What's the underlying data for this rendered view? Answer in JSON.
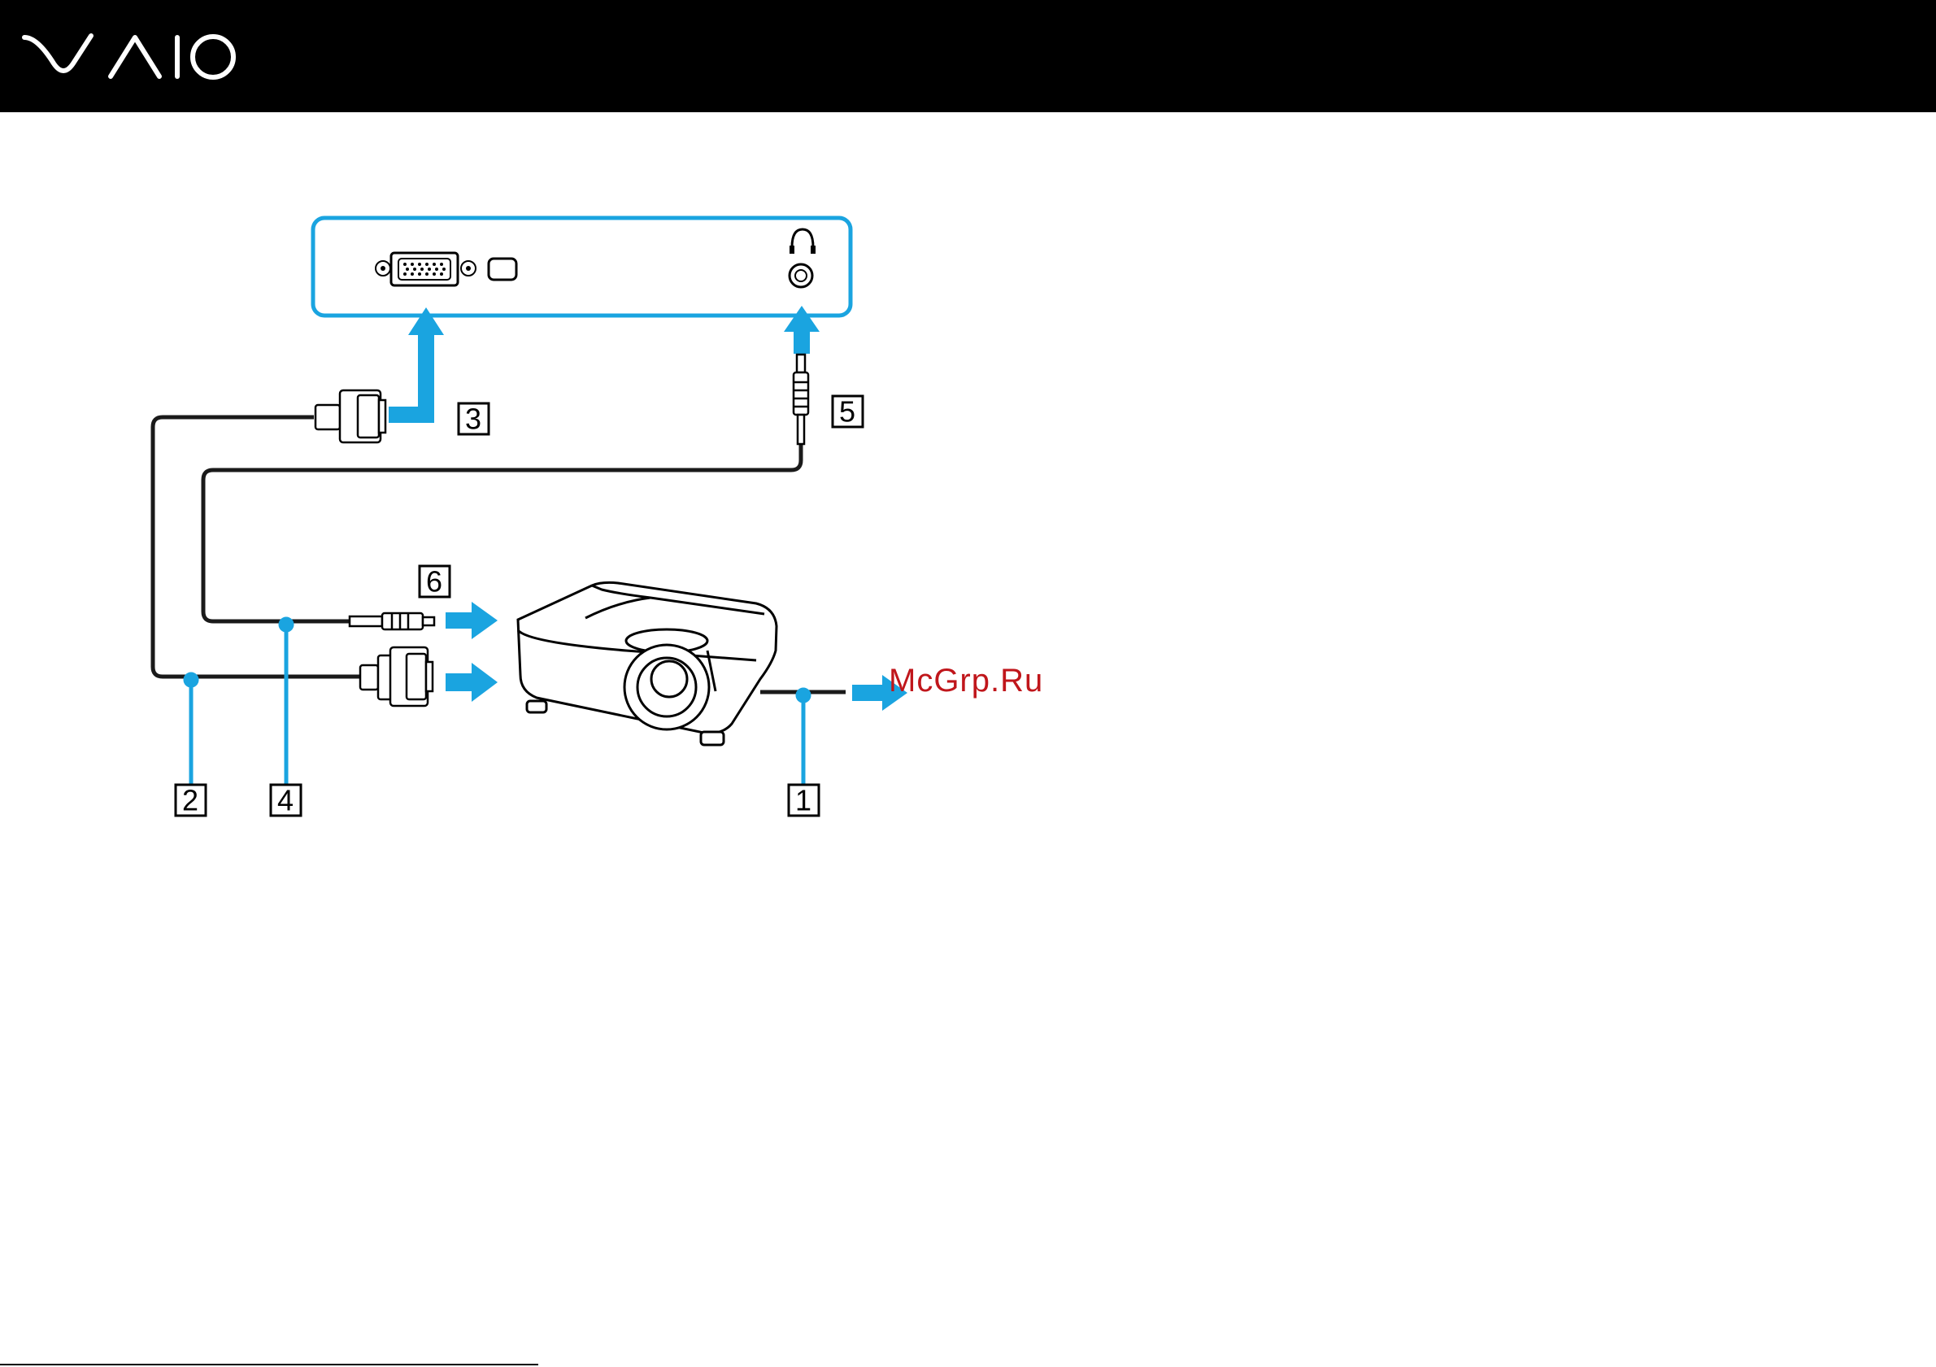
{
  "brand": {
    "logo_text": "VAIO",
    "header_bg": "#000000"
  },
  "colors": {
    "accent": "#1aa4e0",
    "panel_border": "#1aa4e0",
    "cable": "#1a1a1a"
  },
  "callouts": [
    "1",
    "2",
    "3",
    "4",
    "5",
    "6"
  ],
  "icons": {
    "monitor_port": "vga-port-icon",
    "headphone": "headphone-icon",
    "projector": "projector-icon"
  },
  "watermark": "McGrp.Ru"
}
